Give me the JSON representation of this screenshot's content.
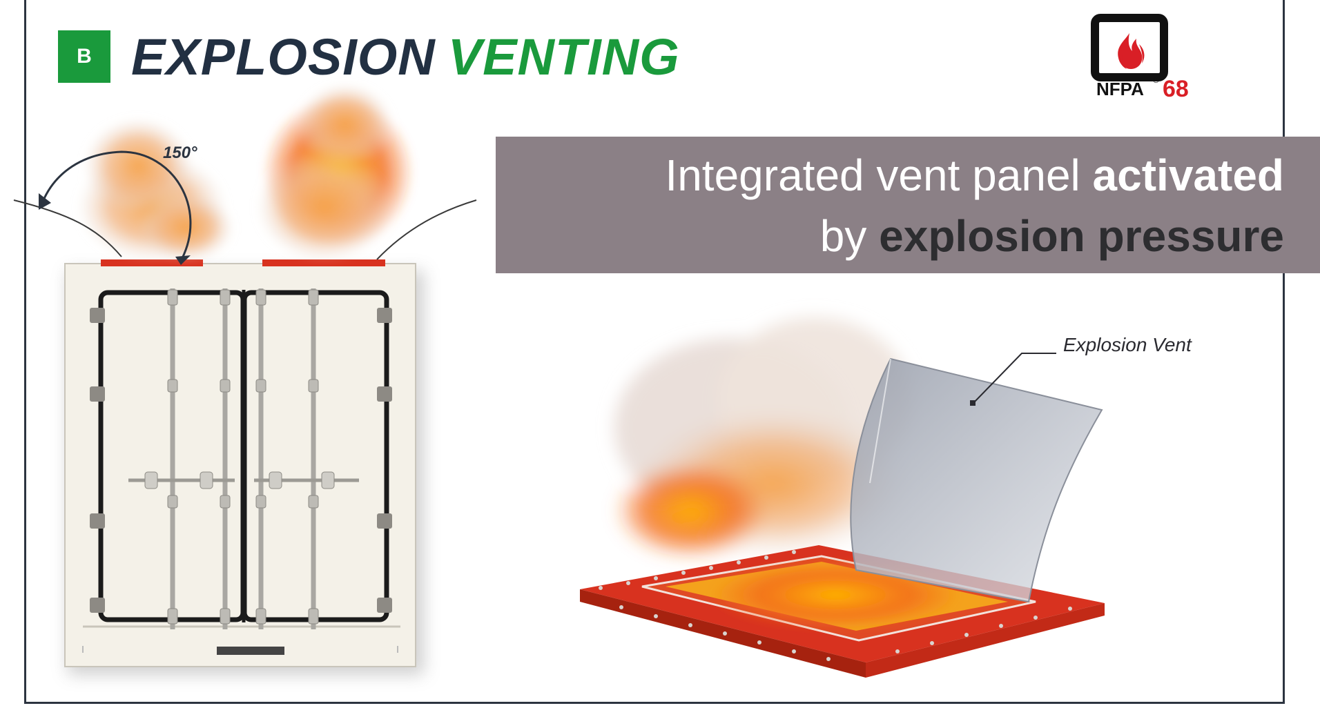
{
  "header": {
    "badge_letter": "B",
    "title_part1": "EXPLOSION",
    "title_part2": "VENTING"
  },
  "logo": {
    "brand": "NFPA",
    "registered": "®",
    "number": "68",
    "icon": "flame-icon"
  },
  "callout": {
    "line1_regular": "Integrated vent panel",
    "line1_bold": "activated",
    "line2_regular": "by",
    "line2_bold": "explosion pressure"
  },
  "diagram": {
    "angle_label": "150°",
    "vent_label": "Explosion Vent"
  },
  "colors": {
    "green": "#1a9a3c",
    "navy": "#223042",
    "callout_bg": "#8b8086",
    "nfpa_red": "#d91f26",
    "vent_red": "#d8321f"
  }
}
